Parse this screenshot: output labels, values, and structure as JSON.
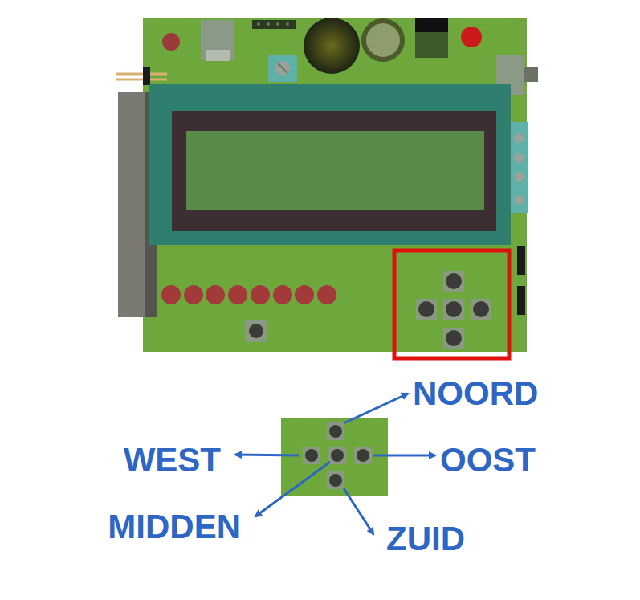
{
  "diagram": {
    "labels": [
      "NOORD",
      "WEST",
      "OOST",
      "MIDDEN",
      "ZUID"
    ]
  }
}
